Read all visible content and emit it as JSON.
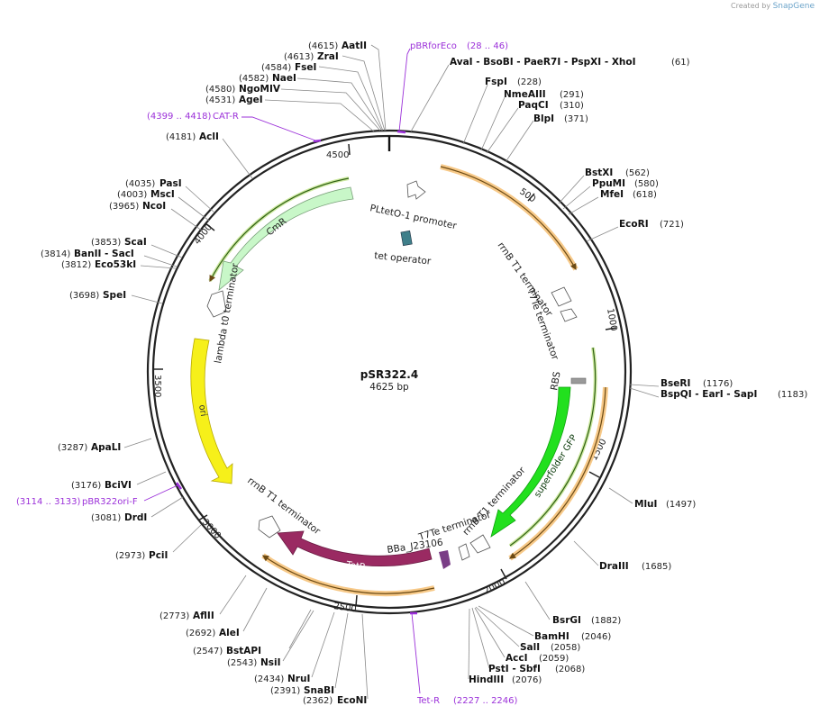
{
  "credit": {
    "prefix": "Created by",
    "brand": "SnapGene"
  },
  "plasmid": {
    "name": "pSR322.4",
    "size_label": "4625 bp",
    "length": 4625
  },
  "ticks": [
    "500",
    "1000",
    "1500",
    "2000",
    "2500",
    "3000",
    "3500",
    "4000",
    "4500"
  ],
  "sites": [
    {
      "name": "AatII",
      "pos": "(4615)"
    },
    {
      "name": "ZraI",
      "pos": "(4613)"
    },
    {
      "name": "FseI",
      "pos": "(4584)"
    },
    {
      "name": "NaeI",
      "pos": "(4582)"
    },
    {
      "name": "NgoMIV",
      "pos": "(4580)"
    },
    {
      "name": "AgeI",
      "pos": "(4531)"
    },
    {
      "name": "AclI",
      "pos": "(4181)"
    },
    {
      "name": "PasI",
      "pos": "(4035)"
    },
    {
      "name": "MscI",
      "pos": "(4003)"
    },
    {
      "name": "NcoI",
      "pos": "(3965)"
    },
    {
      "name": "ScaI",
      "pos": "(3853)"
    },
    {
      "name": "BanII  - SacI",
      "pos": "(3814)"
    },
    {
      "name": "Eco53kI",
      "pos": "(3812)"
    },
    {
      "name": "SpeI",
      "pos": "(3698)"
    },
    {
      "name": "ApaLI",
      "pos": "(3287)"
    },
    {
      "name": "BciVI",
      "pos": "(3176)"
    },
    {
      "name": "DrdI",
      "pos": "(3081)"
    },
    {
      "name": "PciI",
      "pos": "(2973)"
    },
    {
      "name": "AflII",
      "pos": "(2773)"
    },
    {
      "name": "AleI",
      "pos": "(2692)"
    },
    {
      "name": "BstAPI",
      "pos": "(2547)"
    },
    {
      "name": "NsiI",
      "pos": "(2543)"
    },
    {
      "name": "NruI",
      "pos": "(2434)"
    },
    {
      "name": "SnaBI",
      "pos": "(2391)"
    },
    {
      "name": "EcoNI",
      "pos": "(2362)"
    },
    {
      "name": "AvaI   - BsoBI   - PaeR7I   - PspXI   - XhoI",
      "pos": "(61)"
    },
    {
      "name": "FspI",
      "pos": "(228)"
    },
    {
      "name": "NmeAIII",
      "pos": "(291)"
    },
    {
      "name": "PaqCI",
      "pos": "(310)"
    },
    {
      "name": "BlpI",
      "pos": "(371)"
    },
    {
      "name": "BstXI",
      "pos": "(562)"
    },
    {
      "name": "PpuMI",
      "pos": "(580)"
    },
    {
      "name": "MfeI",
      "pos": "(618)"
    },
    {
      "name": "EcoRI",
      "pos": "(721)"
    },
    {
      "name": "BseRI",
      "pos": "(1176)"
    },
    {
      "name": "BspQI   - EarI   - SapI",
      "pos": "(1183)"
    },
    {
      "name": "MluI",
      "pos": "(1497)"
    },
    {
      "name": "DraIII",
      "pos": "(1685)"
    },
    {
      "name": "BsrGI",
      "pos": "(1882)"
    },
    {
      "name": "BamHI",
      "pos": "(2046)"
    },
    {
      "name": "SalI",
      "pos": "(2058)"
    },
    {
      "name": "AccI",
      "pos": "(2059)"
    },
    {
      "name": "PstI   - SbfI",
      "pos": "(2068)"
    },
    {
      "name": "HindIII",
      "pos": "(2076)"
    }
  ],
  "primers": [
    {
      "name": "pBRforEco",
      "range": "(28 .. 46)"
    },
    {
      "name": "CAT-R",
      "range": "(4399 .. 4418)"
    },
    {
      "name": "pBR322ori-F",
      "range": "(3114 .. 3133)"
    },
    {
      "name": "Tet-R",
      "range": "(2227 .. 2246)"
    }
  ],
  "features": {
    "pltet": "PLtetO-1 promoter",
    "tetop": "tet operator",
    "rrnb1": "rrnB T1 terminator",
    "t7te1": "T7Te terminator",
    "rbs": "RBS",
    "gfp": "superfolder GFP",
    "rrnb2": "rrnB T1 terminator",
    "t7te2": "T7Te terminator",
    "bba": "BBa_J23106",
    "tetr": "TetR",
    "rrnb3": "rrnB T1 terminator",
    "ori": "ori",
    "lambda": "lambda t0 terminator",
    "cmr": "CmR"
  },
  "colors": {
    "gfp": "#22e01e",
    "tetr": "#9a2a62",
    "ori": "#f6f01a",
    "cmr": "#c8f7c8",
    "primer": "#9b30d9",
    "tetop": "#3f7f8a",
    "bba": "#7a3d86",
    "primer_bind": "#f7c988"
  }
}
